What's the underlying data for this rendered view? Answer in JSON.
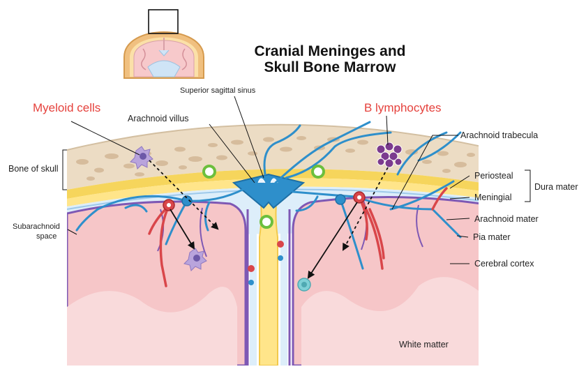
{
  "title": {
    "line1": "Cranial Meninges and",
    "line2": "Skull Bone Marrow"
  },
  "labels": {
    "superior_sagittal_sinus": "Superior sagittal sinus",
    "myeloid_cells": "Myeloid cells",
    "b_lymphocytes": "B lymphocytes",
    "arachnoid_villus": "Arachnoid villus",
    "arachnoid_trabecula": "Arachnoid trabecula",
    "bone_of_skull": "Bone of skull",
    "periosteal": "Periosteal",
    "meningial": "Meningial",
    "dura_mater": "Dura mater",
    "arachnoid_mater": "Arachnoid mater",
    "pia_mater": "Pia mater",
    "subarachnoid_space_line1": "Subarachnoid",
    "subarachnoid_space_line2": "space",
    "cerebral_cortex": "Cerebral cortex",
    "white_matter": "White matter"
  },
  "colors": {
    "bone": "#ecdcc4",
    "bone_marrow": "#d8bfa2",
    "dura_periosteal": "#f6d55c",
    "dura_meningeal": "#ffe58a",
    "arachnoid": "#ddeefa",
    "cortex": "#f6c6c8",
    "white_matter": "#f9dadb",
    "pia": "#7e58b4",
    "vessel_blue": "#2e8fcb",
    "vessel_red": "#d9464a",
    "label_red": "#e5413c"
  }
}
